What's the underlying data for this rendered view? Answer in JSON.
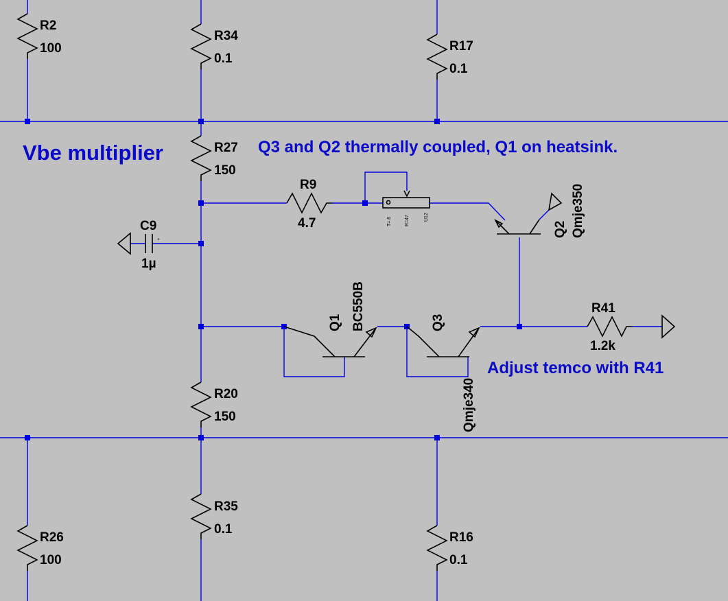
{
  "notes": {
    "vbe_multiplier": "Vbe multiplier",
    "thermal": "Q3 and Q2 thermally coupled, Q1 on heatsink.",
    "adjust": "Adjust temco with R41"
  },
  "resistors": {
    "R2": {
      "name": "R2",
      "value": "100"
    },
    "R34": {
      "name": "R34",
      "value": "0.1"
    },
    "R17": {
      "name": "R17",
      "value": "0.1"
    },
    "R27": {
      "name": "R27",
      "value": "150"
    },
    "R9": {
      "name": "R9",
      "value": "4.7"
    },
    "R41": {
      "name": "R41",
      "value": "1.2k"
    },
    "R20": {
      "name": "R20",
      "value": "150"
    },
    "R35": {
      "name": "R35",
      "value": "0.1"
    },
    "R26": {
      "name": "R26",
      "value": "100"
    },
    "R16": {
      "name": "R16",
      "value": "0.1"
    }
  },
  "capacitor": {
    "name": "C9",
    "value": "1µ",
    "polarity": "+"
  },
  "potentiometer": {
    "label1": "T=.6",
    "label2": "R=47",
    "label3": "U12"
  },
  "transistors": {
    "Q1": {
      "name": "Q1",
      "model": "BC550B"
    },
    "Q2": {
      "name": "Q2",
      "model": "Qmje350"
    },
    "Q3": {
      "name": "Q3",
      "model": "Qmje340"
    }
  },
  "colors": {
    "background": "#c0c0c0",
    "wire": "#0000e0",
    "component": "#000000",
    "note": "#0a0ac8"
  }
}
